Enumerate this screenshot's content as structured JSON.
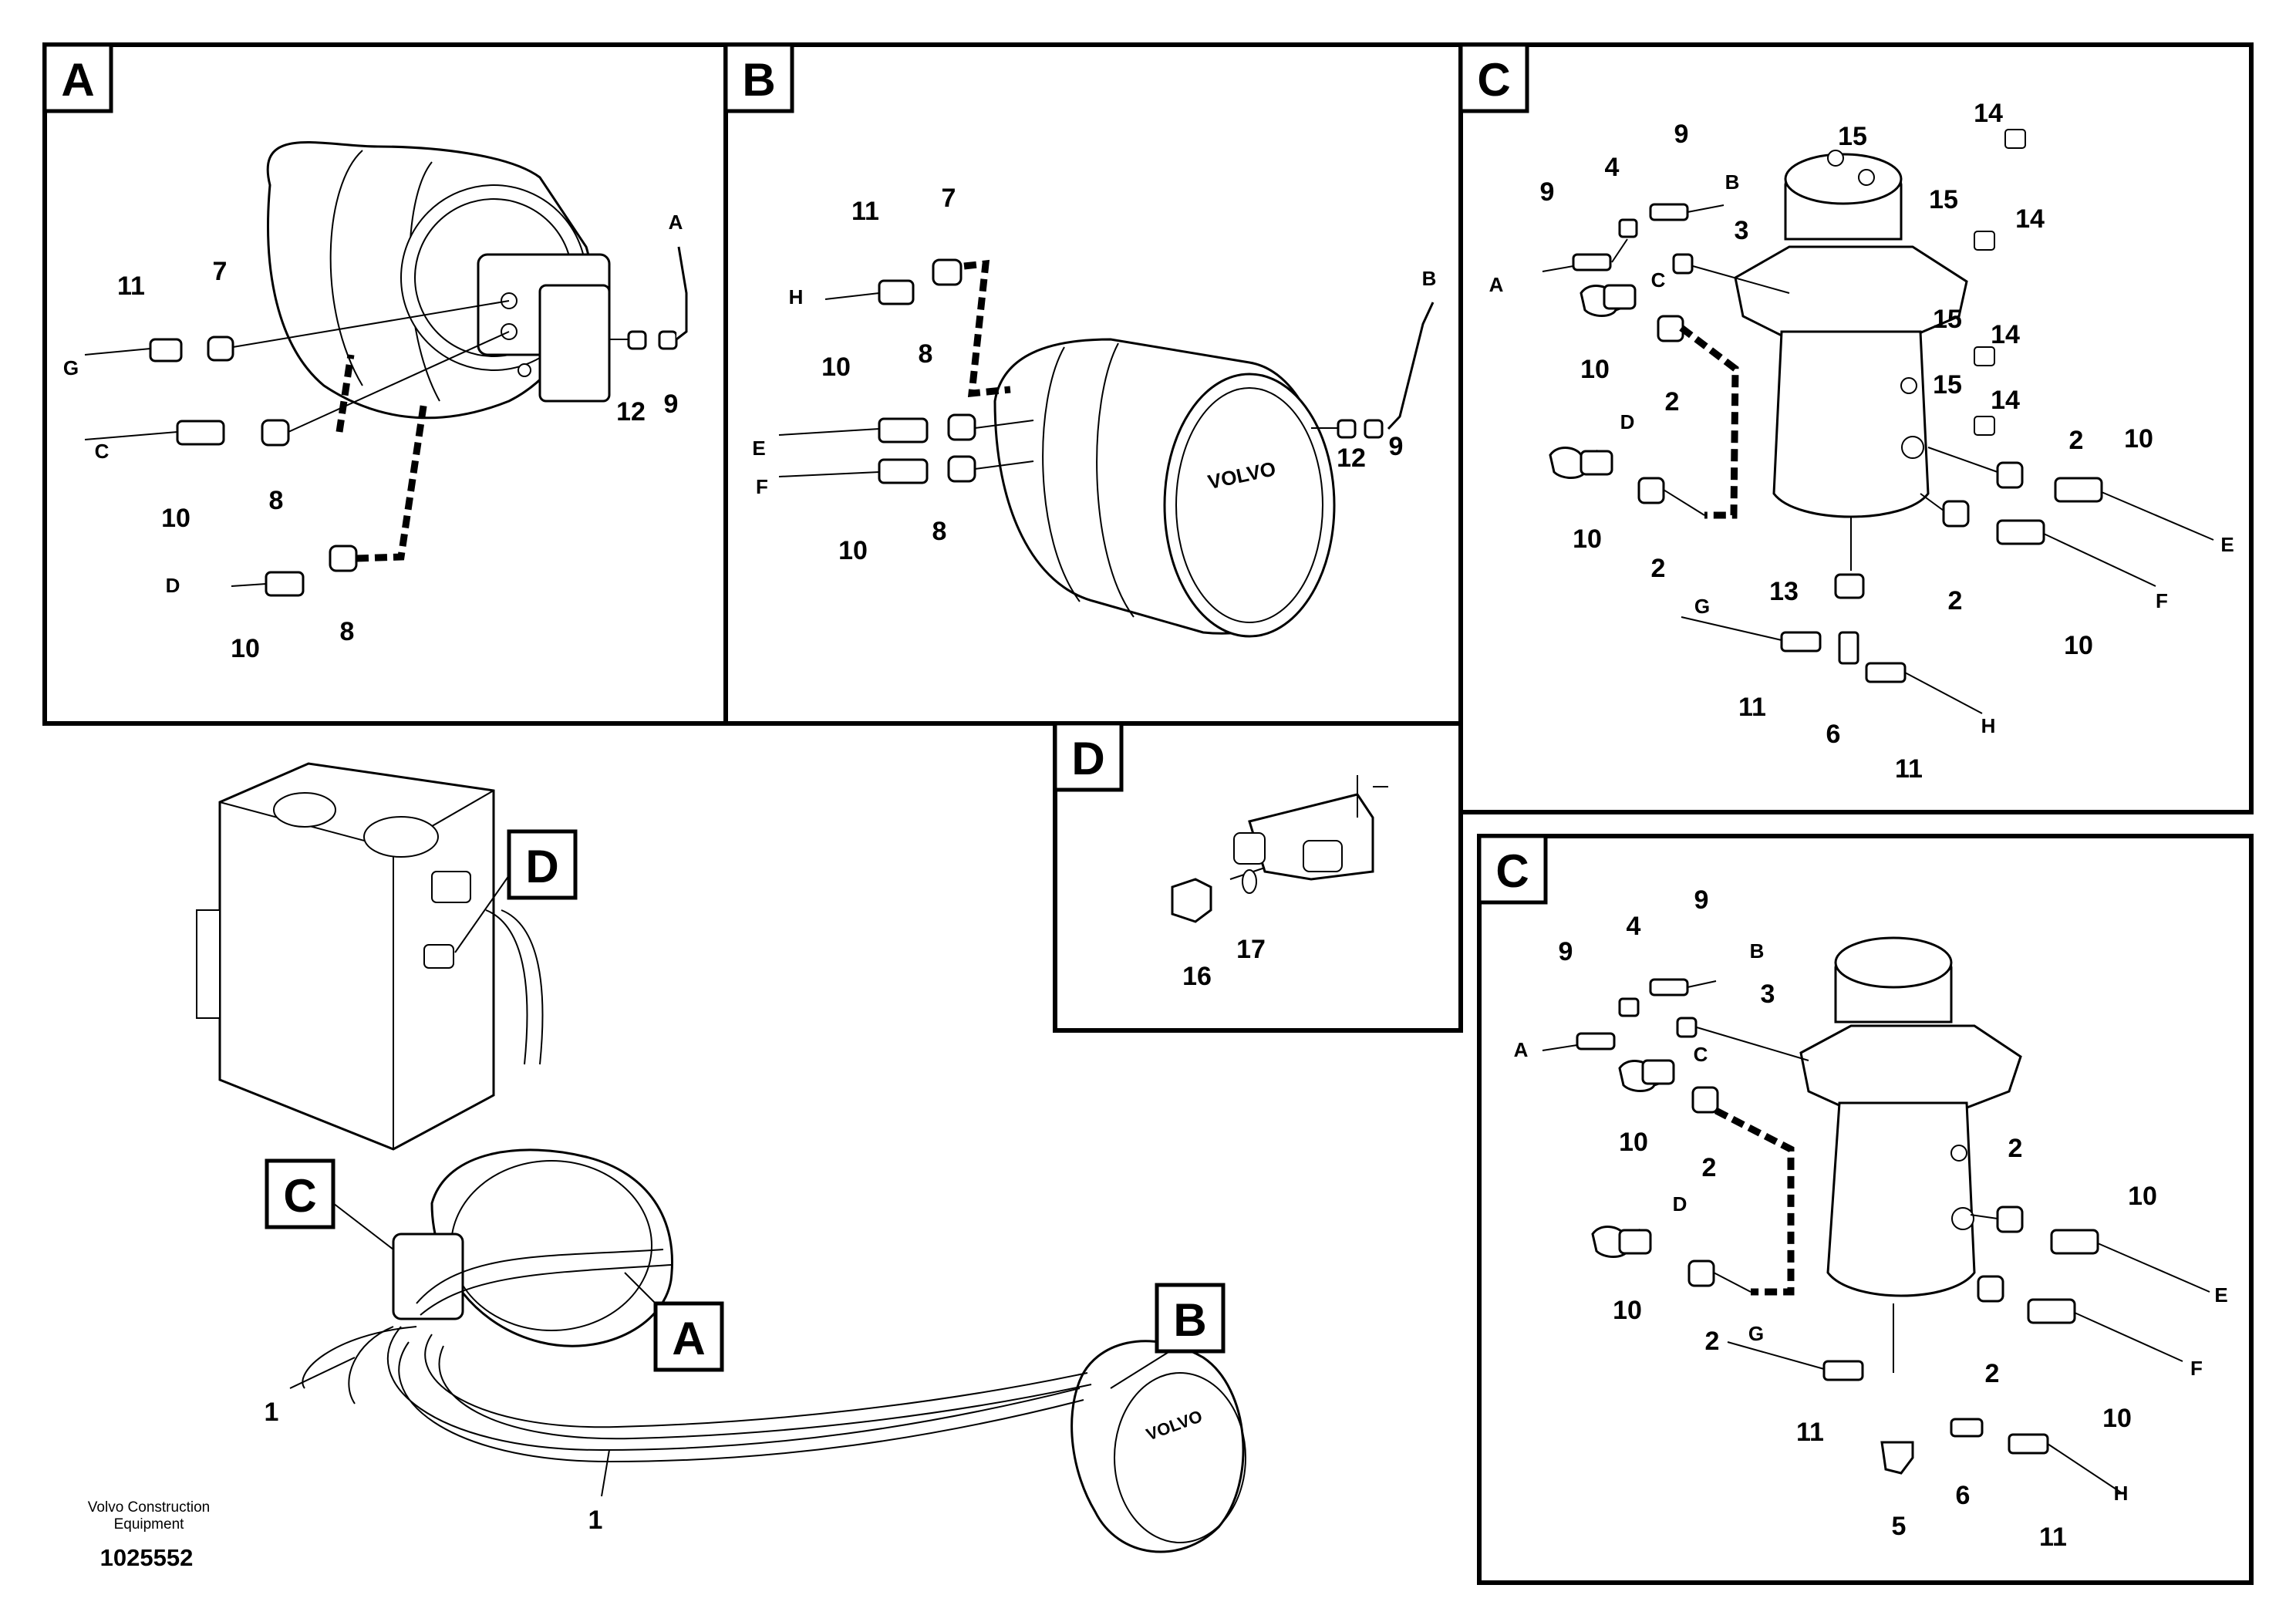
{
  "panels": {
    "a": {
      "tag": "A",
      "callouts": [
        "11",
        "7",
        "12",
        "9",
        "10",
        "8",
        "10",
        "8"
      ],
      "ports": [
        "G",
        "C",
        "D",
        "A"
      ]
    },
    "b": {
      "tag": "B",
      "callouts": [
        "11",
        "7",
        "10",
        "8",
        "10",
        "8",
        "12",
        "9"
      ],
      "ports": [
        "H",
        "E",
        "F",
        "B"
      ],
      "brand": "VOLVO"
    },
    "c1": {
      "tag": "C",
      "callouts": [
        "14",
        "15",
        "9",
        "9",
        "4",
        "3",
        "15",
        "14",
        "10",
        "2",
        "15",
        "14",
        "15",
        "14",
        "10",
        "2",
        "2",
        "10",
        "13",
        "2",
        "10",
        "11",
        "6",
        "11"
      ],
      "ports": [
        "B",
        "A",
        "C",
        "D",
        "E",
        "F",
        "G",
        "H"
      ]
    },
    "d": {
      "tag": "D",
      "callouts": [
        "16",
        "17"
      ]
    },
    "c2": {
      "tag": "C",
      "callouts": [
        "9",
        "9",
        "4",
        "3",
        "10",
        "2",
        "2",
        "10",
        "10",
        "2",
        "2",
        "10",
        "11",
        "6",
        "5",
        "11"
      ],
      "ports": [
        "B",
        "A",
        "C",
        "D",
        "E",
        "F",
        "G",
        "H"
      ]
    },
    "overview": {
      "tags": [
        "D",
        "C",
        "A",
        "B"
      ],
      "callouts": [
        "1",
        "1"
      ],
      "brand": "VOLVO"
    }
  },
  "footer": {
    "maker_line1": "Volvo Construction",
    "maker_line2": "Equipment",
    "code": "1025552"
  }
}
